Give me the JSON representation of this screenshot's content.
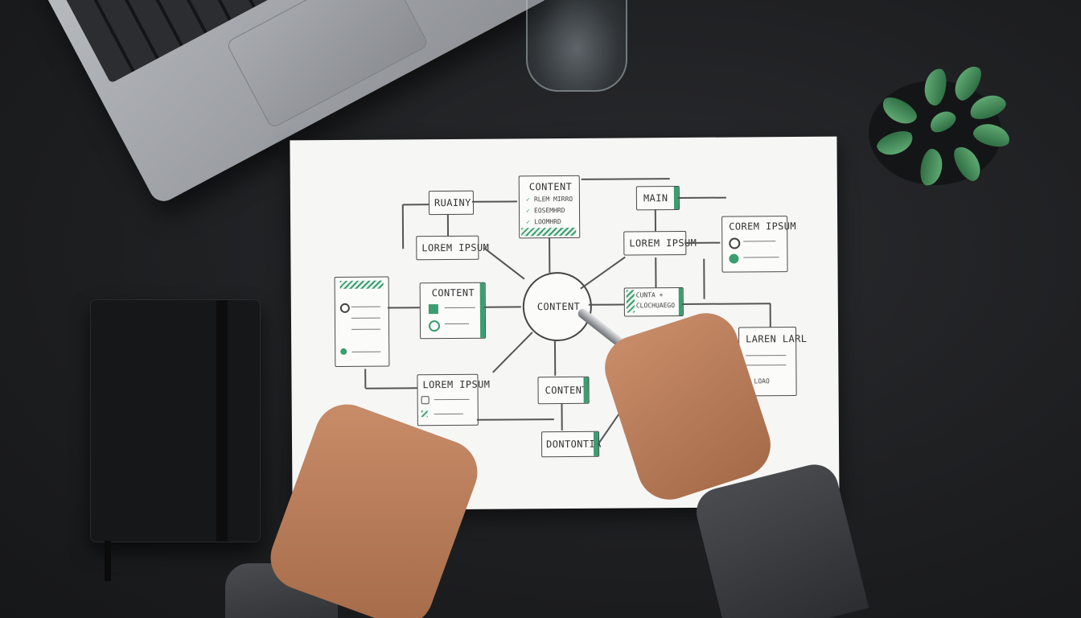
{
  "diagram": {
    "nodes": {
      "ruainy": "RUAINY",
      "lorem_ipsum_left": "LOREM IPSUM",
      "content_top": "CONTENT",
      "content_top_item1": "RLEM MIRRO",
      "content_top_item2": "EOSEMHRD",
      "content_top_item3": "LOOMHRD",
      "main": "MAIN",
      "lorem_ipsum_right": "LOREM IPSUM",
      "corem_ipsum": "COREM IPSUM",
      "content_mid_left": "CONTENT",
      "content_center": "CONTENT",
      "cunta": "CUNTA +",
      "clochuaego": "CLOCHUAEGO",
      "laren_larl": "LAREN LARL",
      "laren_larl_item": "LOAO",
      "lorem_ipsum_bottom": "LOREM IPSUM",
      "content_bottom": "CONTENT",
      "dontontia": "DONTONTIA"
    }
  }
}
